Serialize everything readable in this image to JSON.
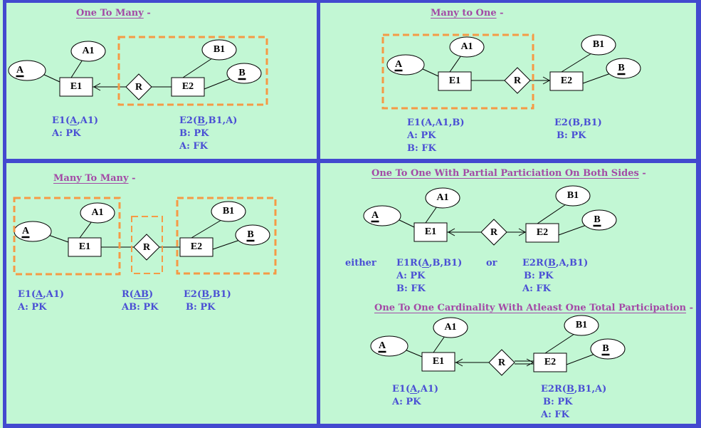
{
  "colors": {
    "frame": "#4349cf",
    "panel_background": "#c2f7d4",
    "title_text": "#a34aa6",
    "relation_text": "#4a4fd4",
    "dashed_box": "#f59a45"
  },
  "panels": [
    {
      "id": "one-to-many",
      "title": "One To Many",
      "title_suffix": "-",
      "diagram": {
        "entity1": "E1",
        "entity2": "E2",
        "relationship": "R",
        "attr_key1": "A",
        "attr1": "A1",
        "attr_key2": "B",
        "attr2": "B1"
      },
      "relations": [
        {
          "prefix": "E1(",
          "key": "A",
          "rest": ",A1)",
          "lines": [
            "A: PK"
          ]
        },
        {
          "prefix": "E2(",
          "key": "B",
          "rest": ",B1,A)",
          "lines": [
            "B: PK",
            "A: FK"
          ]
        }
      ]
    },
    {
      "id": "many-to-one",
      "title": "Many to One",
      "title_suffix": "-",
      "diagram": {
        "entity1": "E1",
        "entity2": "E2",
        "relationship": "R",
        "attr_key1": "A",
        "attr1": "A1",
        "attr_key2": "B",
        "attr2": "B1"
      },
      "relations": [
        {
          "prefix": "E1(A,A1,B)",
          "key": "",
          "rest": "",
          "lines": [
            "A: PK",
            "B: FK"
          ]
        },
        {
          "prefix": "E2(B,B1)",
          "key": "",
          "rest": "",
          "lines": [
            "B: PK"
          ]
        }
      ]
    },
    {
      "id": "many-to-many",
      "title": "Many To Many",
      "title_suffix": "-",
      "diagram": {
        "entity1": "E1",
        "entity2": "E2",
        "relationship": "R",
        "attr_key1": "A",
        "attr1": "A1",
        "attr_key2": "B",
        "attr2": "B1"
      },
      "relations": [
        {
          "prefix": "E1(",
          "key": "A",
          "rest": ",A1)",
          "lines": [
            "A: PK"
          ]
        },
        {
          "prefix": "R(",
          "key": "AB",
          "rest": ")",
          "lines": [
            "AB: PK"
          ]
        },
        {
          "prefix": "E2(",
          "key": "B",
          "rest": ",B1)",
          "lines": [
            "B: PK"
          ]
        }
      ]
    },
    {
      "id": "one-to-one-partial",
      "title": "One To One With Partial Particiation On Both Sides",
      "title_suffix": "-",
      "diagram": {
        "entity1": "E1",
        "entity2": "E2",
        "relationship": "R",
        "attr_key1": "A",
        "attr1": "A1",
        "attr_key2": "B",
        "attr2": "B1"
      },
      "either_label": "either",
      "or_label": "or",
      "relations": [
        {
          "prefix": "E1R(",
          "key": "A",
          "rest": ",B,B1)",
          "lines": [
            "A: PK",
            "B: FK"
          ]
        },
        {
          "prefix": "E2R(",
          "key": "B",
          "rest": ",A,B1)",
          "lines": [
            "B: PK",
            "A: FK"
          ]
        }
      ]
    },
    {
      "id": "one-to-one-total",
      "title": "One To One Cardinality With Atleast One Total Participation",
      "title_suffix": "-",
      "diagram": {
        "entity1": "E1",
        "entity2": "E2",
        "relationship": "R",
        "attr_key1": "A",
        "attr1": "A1",
        "attr_key2": "B",
        "attr2": "B1"
      },
      "relations": [
        {
          "prefix": "E1(",
          "key": "A",
          "rest": ",A1)",
          "lines": [
            "A: PK"
          ]
        },
        {
          "prefix": "E2R(",
          "key": "B",
          "rest": ",B1,A)",
          "lines": [
            "B: PK",
            "A: FK"
          ]
        }
      ]
    }
  ]
}
